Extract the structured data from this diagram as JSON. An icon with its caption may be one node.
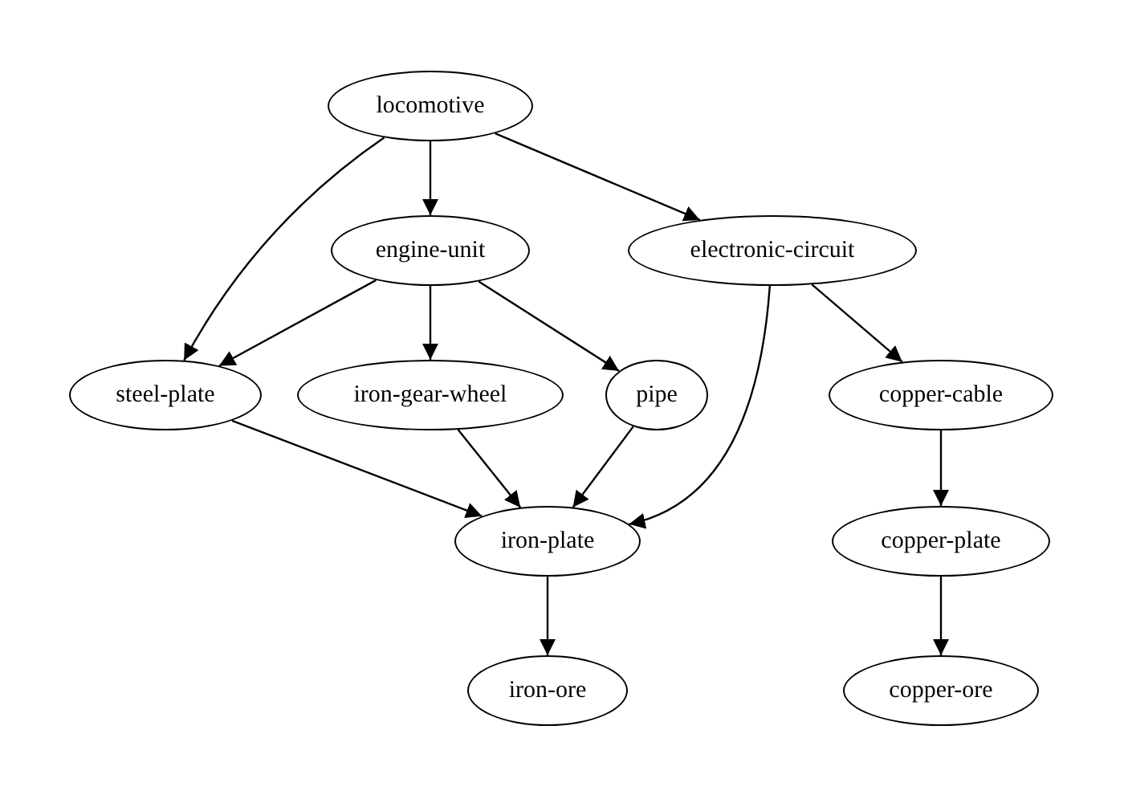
{
  "diagram": {
    "nodes": [
      {
        "text": [
          "locomotive"
        ]
      },
      {
        "text": [
          "engine-unit"
        ]
      },
      {
        "text": [
          "electronic-circuit"
        ]
      },
      {
        "text": [
          "steel-plate"
        ]
      },
      {
        "text": [
          "iron-gear-wheel"
        ]
      },
      {
        "text": [
          "pipe"
        ]
      },
      {
        "text": [
          "copper-cable"
        ]
      },
      {
        "text": [
          "iron-plate"
        ]
      },
      {
        "text": [
          "copper-plate"
        ]
      },
      {
        "text": [
          "iron-ore"
        ]
      },
      {
        "text": [
          "copper-ore"
        ]
      }
    ],
    "edges": [
      {
        "from": 0,
        "to": 3,
        "arrow": "to"
      },
      {
        "from": 0,
        "to": 1,
        "arrow": "to"
      },
      {
        "from": 0,
        "to": 2,
        "arrow": "to"
      },
      {
        "from": 1,
        "to": 3,
        "arrow": "to"
      },
      {
        "from": 1,
        "to": 4,
        "arrow": "to"
      },
      {
        "from": 1,
        "to": 5,
        "arrow": "to"
      },
      {
        "from": 2,
        "to": 7,
        "arrow": "to"
      },
      {
        "from": 2,
        "to": 6,
        "arrow": "to"
      },
      {
        "from": 3,
        "to": 7,
        "arrow": "to"
      },
      {
        "from": 4,
        "to": 7,
        "arrow": "to"
      },
      {
        "from": 5,
        "to": 7,
        "arrow": "to"
      },
      {
        "from": 7,
        "to": 9,
        "arrow": "to"
      },
      {
        "from": 6,
        "to": 8,
        "arrow": "to"
      },
      {
        "from": 8,
        "to": 10,
        "arrow": "to"
      }
    ]
  }
}
